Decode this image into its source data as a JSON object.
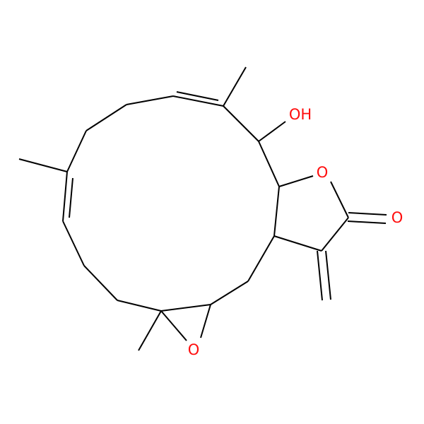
{
  "molecule": {
    "atom_labels": {
      "hydroxyl": "OH",
      "ring_oxygen": "O",
      "carbonyl_oxygen": "O",
      "epoxide_oxygen": "O"
    },
    "colors": {
      "bond": "#000000",
      "oxygen": "#FF0D0D",
      "background": "#FFFFFF"
    }
  }
}
